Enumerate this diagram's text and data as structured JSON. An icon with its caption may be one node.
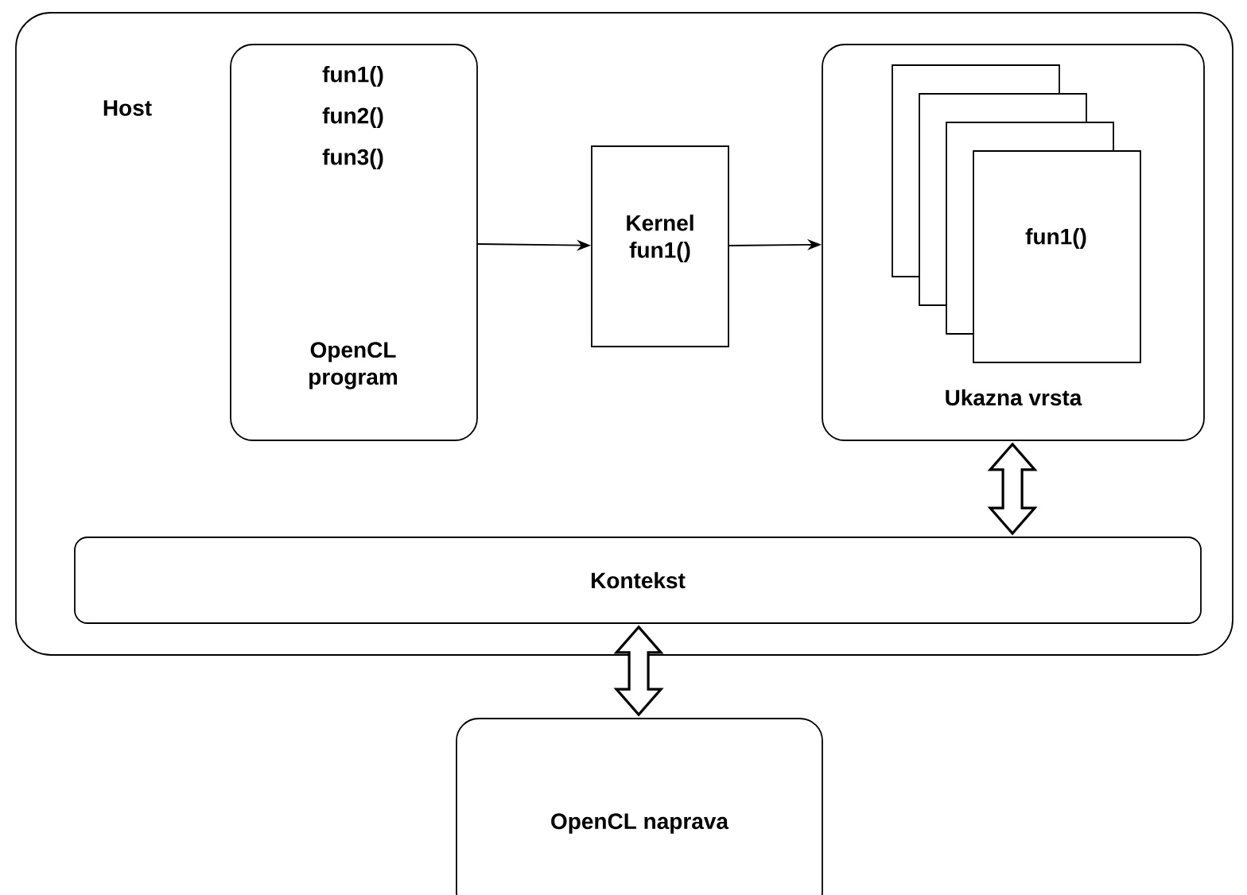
{
  "diagram": {
    "nodes": [
      {
        "text": [
          "Host"
        ]
      },
      {
        "text": [
          "fun1()",
          "fun2()",
          "fun3()",
          "OpenCL program"
        ],
        "in": 0
      },
      {
        "text": [
          "Kernel fun1()"
        ],
        "in": 0
      },
      {
        "text": [
          "Ukazna vrsta"
        ],
        "in": 0
      },
      {
        "text": [
          "fun1()"
        ],
        "in": 3
      },
      {
        "text": [
          "Kontekst"
        ],
        "in": 0
      },
      {
        "text": [
          "OpenCL naprava"
        ]
      }
    ],
    "edges": [
      {
        "from": 1,
        "to": 2,
        "arrow": "to"
      },
      {
        "from": 2,
        "to": 3,
        "arrow": "to"
      },
      {
        "from": 3,
        "to": 5,
        "arrow": "both",
        "style": "thick"
      },
      {
        "from": 5,
        "to": 6,
        "arrow": "both",
        "style": "thick"
      }
    ]
  }
}
